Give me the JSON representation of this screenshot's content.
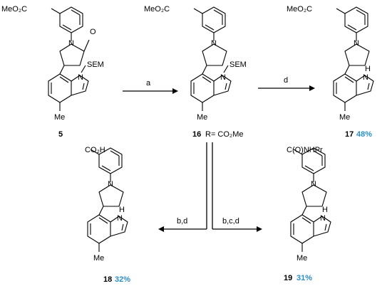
{
  "molecules": [
    {
      "id": "m5",
      "label": "5",
      "yield": "",
      "top": "MeO₂C",
      "n_sub": "SEM",
      "nh": "",
      "me": "Me",
      "lactam_o": "O"
    },
    {
      "id": "m16",
      "label": "16",
      "suffix": "R= CO₂Me",
      "yield": "",
      "top": "MeO₂C",
      "n_sub": "SEM",
      "nh": "",
      "me": "Me",
      "lactam_o": ""
    },
    {
      "id": "m17",
      "label": "17",
      "yield": "48%",
      "top": "MeO₂C",
      "n_sub": "",
      "nh": "H",
      "me": "Me",
      "lactam_o": ""
    },
    {
      "id": "m18",
      "label": "18",
      "yield": "32%",
      "top": "CO₂H",
      "n_sub": "",
      "nh": "H",
      "me": "Me",
      "lactam_o": ""
    },
    {
      "id": "m19",
      "label": "19",
      "yield": "31%",
      "top": "C(O)NHPr",
      "n_sub": "",
      "nh": "H",
      "me": "Me",
      "lactam_o": ""
    }
  ],
  "arrows": [
    {
      "id": "arrow-a",
      "label": "a"
    },
    {
      "id": "arrow-d",
      "label": "d"
    },
    {
      "id": "arrow-bd",
      "label": "b,d"
    },
    {
      "id": "arrow-bcd",
      "label": "b,c,d"
    }
  ],
  "colors": {
    "yield": "#2a8fc9",
    "ink": "#000000"
  }
}
